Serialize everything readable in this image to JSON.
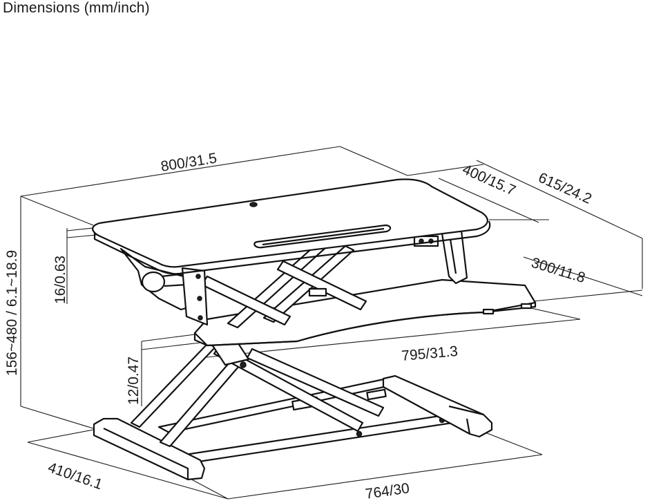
{
  "header": {
    "title": "Dimensions (mm/inch)"
  },
  "dimensions": {
    "top_width": "800/31.5",
    "top_depth": "400/15.7",
    "total_depth": "615/24.2",
    "keyboard_depth": "300/11.8",
    "keyboard_width": "795/31.3",
    "base_depth": "410/16.1",
    "base_width": "764/30",
    "height_range": "156~480 / 6.1~18.9",
    "top_thickness": "16/0.63",
    "keyboard_thickness": "12/0.47"
  },
  "colors": {
    "line": "#1a1a1a",
    "background": "#ffffff"
  }
}
